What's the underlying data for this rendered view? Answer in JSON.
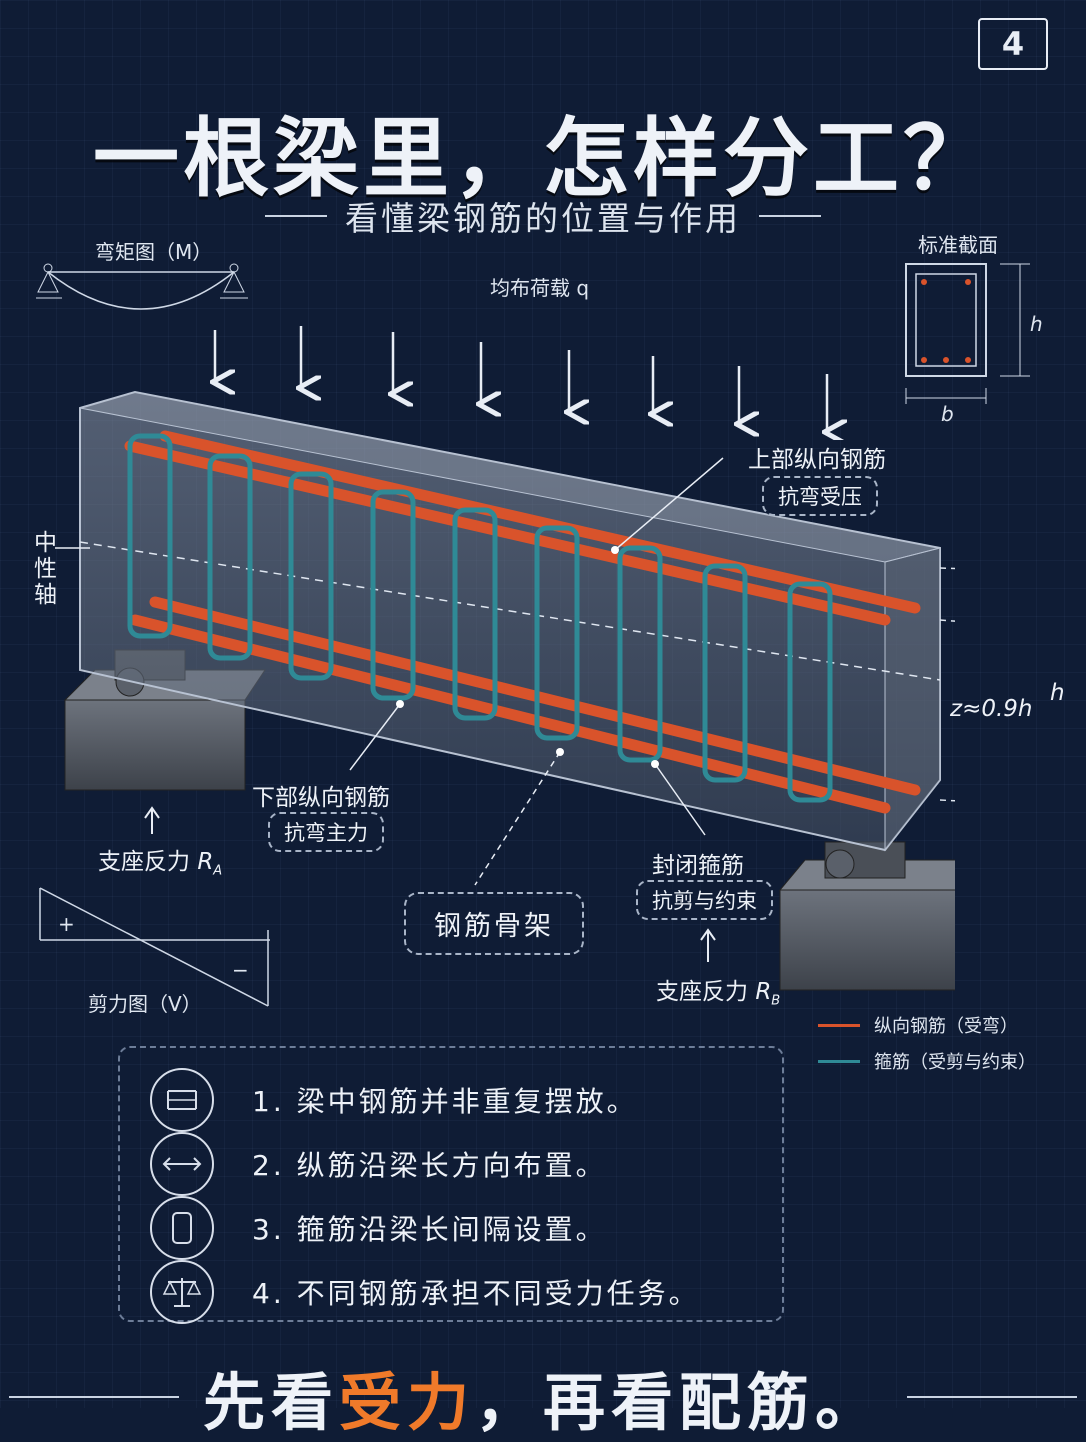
{
  "page_number": "4",
  "title": "一根梁里，怎样分工？",
  "subtitle": "看懂梁钢筋的位置与作用",
  "diagrams": {
    "moment_label": "弯矩图（M）",
    "shear_label": "剪力图（V）",
    "shear_plus": "+",
    "shear_minus": "−",
    "section_title": "标准截面",
    "section_h": "h",
    "section_b": "b"
  },
  "beam": {
    "load_label": "均布荷载 q",
    "neutral_axis": [
      "中",
      "性",
      "轴"
    ],
    "top_bar_label": "上部纵向钢筋",
    "top_bar_tag": "抗弯受压",
    "bottom_bar_label": "下部纵向钢筋",
    "bottom_bar_tag": "抗弯主力",
    "stirrup_label": "封闭箍筋",
    "stirrup_tag": "抗剪与约束",
    "cage_tag": "钢筋骨架",
    "support_a_label": "支座反力",
    "support_a_sym": "R",
    "support_a_sub": "A",
    "support_b_label": "支座反力",
    "support_b_sym": "R",
    "support_b_sub": "B",
    "lever_arm": "z≈0.9h",
    "height": "h"
  },
  "legend": [
    {
      "label": "纵向钢筋（受弯）",
      "color": "#d9532b"
    },
    {
      "label": "箍筋（受剪与约束）",
      "color": "#2f8a96"
    }
  ],
  "notes": [
    {
      "text": "1. 梁中钢筋并非重复摆放。",
      "icon": "i-beam-icon"
    },
    {
      "text": "2. 纵筋沿梁长方向布置。",
      "icon": "double-arrow-icon"
    },
    {
      "text": "3. 箍筋沿梁长间隔设置。",
      "icon": "stirrup-icon"
    },
    {
      "text": "4. 不同钢筋承担不同受力任务。",
      "icon": "balance-scale-icon"
    }
  ],
  "footer": {
    "part1": "先看",
    "accent": "受力",
    "part2": "，再看配筋。"
  },
  "colors": {
    "background": "#0f1c35",
    "longitudinal": "#d9532b",
    "stirrup": "#2f8a96",
    "accent": "#f07a2a"
  }
}
